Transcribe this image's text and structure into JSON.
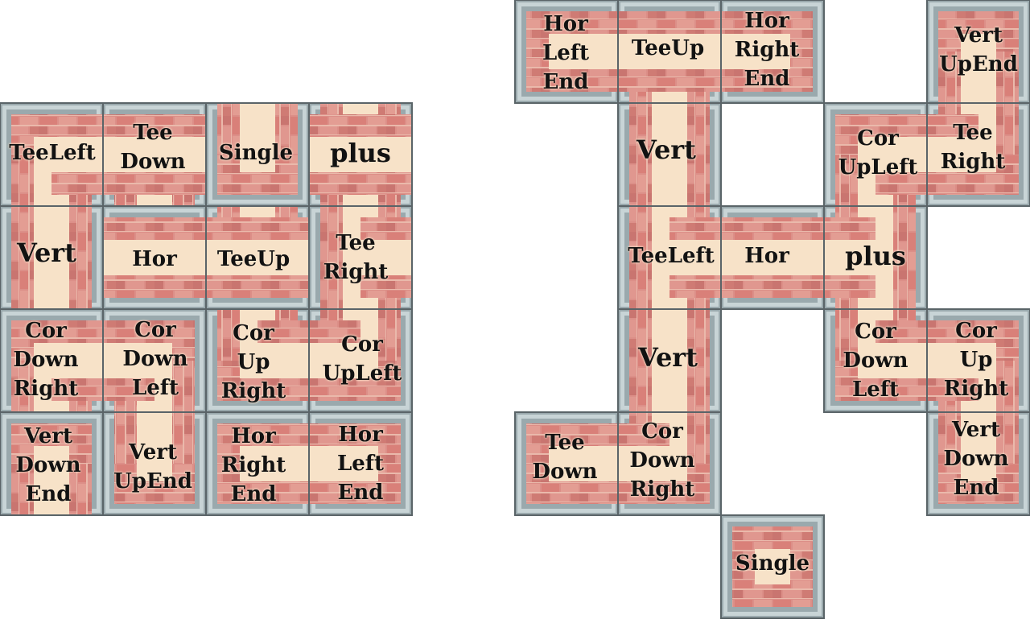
{
  "left_sheet": {
    "tiles": [
      {
        "id": "teeleft",
        "lines": [
          "TeeLeft"
        ]
      },
      {
        "id": "tee-down",
        "lines": [
          "Tee",
          "Down"
        ]
      },
      {
        "id": "single",
        "lines": [
          "Single"
        ]
      },
      {
        "id": "plus",
        "lines": [
          "plus"
        ]
      },
      {
        "id": "vert",
        "lines": [
          "Vert"
        ]
      },
      {
        "id": "hor",
        "lines": [
          "Hor"
        ]
      },
      {
        "id": "teeup",
        "lines": [
          "TeeUp"
        ]
      },
      {
        "id": "tee-right",
        "lines": [
          "Tee",
          "Right"
        ]
      },
      {
        "id": "cor-down-right",
        "lines": [
          "Cor",
          "Down",
          "Right"
        ]
      },
      {
        "id": "cor-down-left",
        "lines": [
          "Cor",
          "Down",
          "Left"
        ]
      },
      {
        "id": "cor-up-right",
        "lines": [
          "Cor",
          "Up",
          "Right"
        ]
      },
      {
        "id": "cor-upleft",
        "lines": [
          "Cor",
          "UpLeft"
        ]
      },
      {
        "id": "vert-down-end",
        "lines": [
          "Vert",
          "Down",
          "End"
        ]
      },
      {
        "id": "vert-upend",
        "lines": [
          "Vert",
          "UpEnd"
        ]
      },
      {
        "id": "hor-right-end",
        "lines": [
          "Hor",
          "Right",
          "End"
        ]
      },
      {
        "id": "hor-left-end",
        "lines": [
          "Hor",
          "Left",
          "End"
        ]
      }
    ]
  },
  "right_map": {
    "tiles": [
      {
        "id": "hor-left-end",
        "lines": [
          "Hor",
          "Left",
          "End"
        ]
      },
      {
        "id": "teeup",
        "lines": [
          "TeeUp"
        ]
      },
      {
        "id": "hor-right-end",
        "lines": [
          "Hor",
          "Right",
          "End"
        ]
      },
      {
        "id": "vert-upend",
        "lines": [
          "Vert",
          "UpEnd"
        ]
      },
      {
        "id": "vert-top",
        "lines": [
          "Vert"
        ]
      },
      {
        "id": "cor-upleft",
        "lines": [
          "Cor",
          "UpLeft"
        ]
      },
      {
        "id": "tee-right",
        "lines": [
          "Tee",
          "Right"
        ]
      },
      {
        "id": "teeleft",
        "lines": [
          "TeeLeft"
        ]
      },
      {
        "id": "hor",
        "lines": [
          "Hor"
        ]
      },
      {
        "id": "plus",
        "lines": [
          "plus"
        ]
      },
      {
        "id": "vert-bottom",
        "lines": [
          "Vert"
        ]
      },
      {
        "id": "cor-down-left",
        "lines": [
          "Cor",
          "Down",
          "Left"
        ]
      },
      {
        "id": "cor-up-right",
        "lines": [
          "Cor",
          "Up",
          "Right"
        ]
      },
      {
        "id": "tee-down",
        "lines": [
          "Tee",
          "Down"
        ]
      },
      {
        "id": "cor-down-right",
        "lines": [
          "Cor",
          "Down",
          "Right"
        ]
      },
      {
        "id": "vert-down-end",
        "lines": [
          "Vert",
          "Down",
          "End"
        ]
      },
      {
        "id": "single",
        "lines": [
          "Single"
        ]
      }
    ]
  },
  "colors": {
    "floor": "#f7e2c8",
    "brick": "#d98c86",
    "brick_dark": "#b86862",
    "mortar": "#e7b7a6",
    "wall_rim": "#5a6468",
    "wall_top": "#9aa9ad",
    "wall_light": "#c8d4d6",
    "background": "#ffffff"
  }
}
